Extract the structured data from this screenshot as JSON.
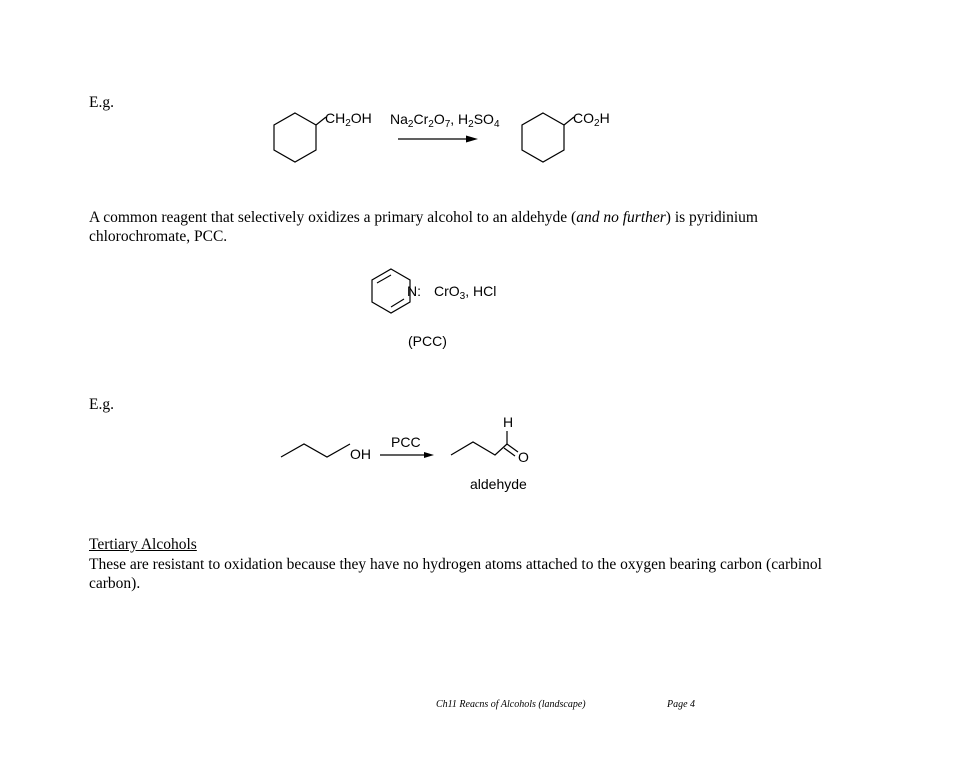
{
  "example_label_1": "E.g.",
  "reaction1": {
    "substituent_left": {
      "main": "CH",
      "sub": "2",
      "tail": "OH"
    },
    "reagent": [
      {
        "t": "Na"
      },
      {
        "s": "2"
      },
      {
        "t": "Cr"
      },
      {
        "s": "2"
      },
      {
        "t": "O"
      },
      {
        "s": "7"
      },
      {
        "t": ", H"
      },
      {
        "s": "2"
      },
      {
        "t": "SO"
      },
      {
        "s": "4"
      }
    ],
    "substituent_right": {
      "main": "CO",
      "sub": "2",
      "tail": "H"
    }
  },
  "paragraph_pcc": {
    "before": "A common reagent that selectively oxidizes a primary alcohol to an aldehyde (",
    "emphasis": "and no further",
    "after": ") is pyridinium chlorochromate, PCC."
  },
  "pcc_structure": {
    "n_label": "N:",
    "reagent": {
      "main": "CrO",
      "sub": "3",
      "tail": ", HCl"
    },
    "caption": "(PCC)"
  },
  "example_label_2": "E.g.",
  "reaction2": {
    "oh_label": "OH",
    "arrow_label": "PCC",
    "h_label": "H",
    "o_label": "O",
    "product_caption": "aldehyde"
  },
  "tertiary": {
    "heading": "Tertiary Alcohols",
    "body": "These are resistant to oxidation because they have no hydrogen atoms attached to the oxygen bearing carbon (carbinol carbon)."
  },
  "footer": {
    "title": "Ch11 Reacns of Alcohols (landscape)",
    "page": "Page 4"
  }
}
